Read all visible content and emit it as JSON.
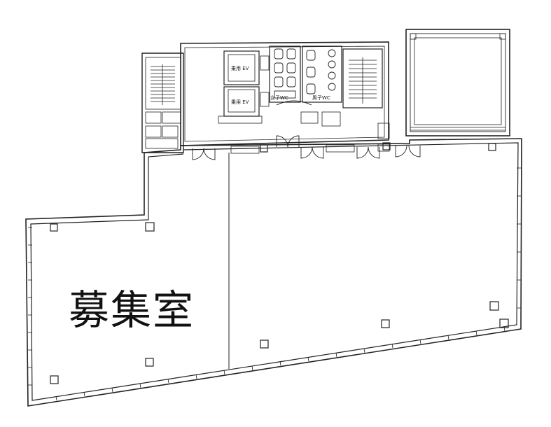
{
  "floor_plan": {
    "vacancy_label": "募集室",
    "elevator_labels": [
      "乗用 EV",
      "乗用 EV"
    ],
    "toilet_labels": [
      "女子WC",
      "男子WC"
    ]
  }
}
